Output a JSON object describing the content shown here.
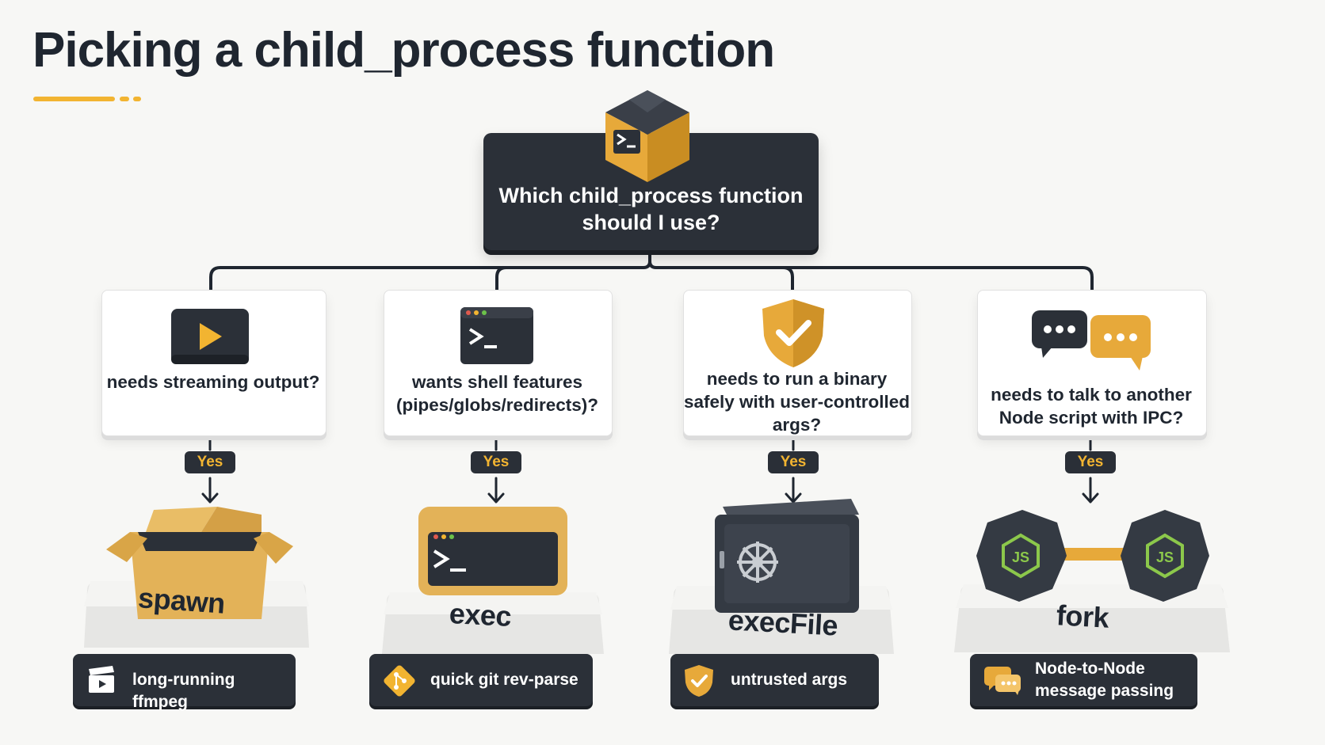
{
  "title": "Picking a child_process function",
  "root": {
    "question": "Which child_process function should I use?"
  },
  "branches": [
    {
      "question": "needs streaming output?",
      "answer": "Yes",
      "result": "spawn",
      "example": "long-running ffmpeg",
      "icon": "video-play-icon",
      "example_icon": "clapperboard-icon"
    },
    {
      "question": "wants shell features (pipes/globs/redirects)?",
      "answer": "Yes",
      "result": "exec",
      "example": "quick git rev-parse",
      "icon": "terminal-window-icon",
      "example_icon": "git-icon"
    },
    {
      "question": "needs to run a binary safely with user-controlled args?",
      "answer": "Yes",
      "result": "execFile",
      "example": "untrusted args",
      "icon": "shield-check-icon",
      "example_icon": "shield-icon"
    },
    {
      "question": "needs to talk to another Node script with IPC?",
      "answer": "Yes",
      "result": "fork",
      "example": "Node-to-Node message passing",
      "icon": "chat-bubbles-icon",
      "example_icon": "chat-icon"
    }
  ],
  "colors": {
    "accent": "#f2b431",
    "dark": "#2b3038",
    "node_green": "#8cc84b"
  }
}
